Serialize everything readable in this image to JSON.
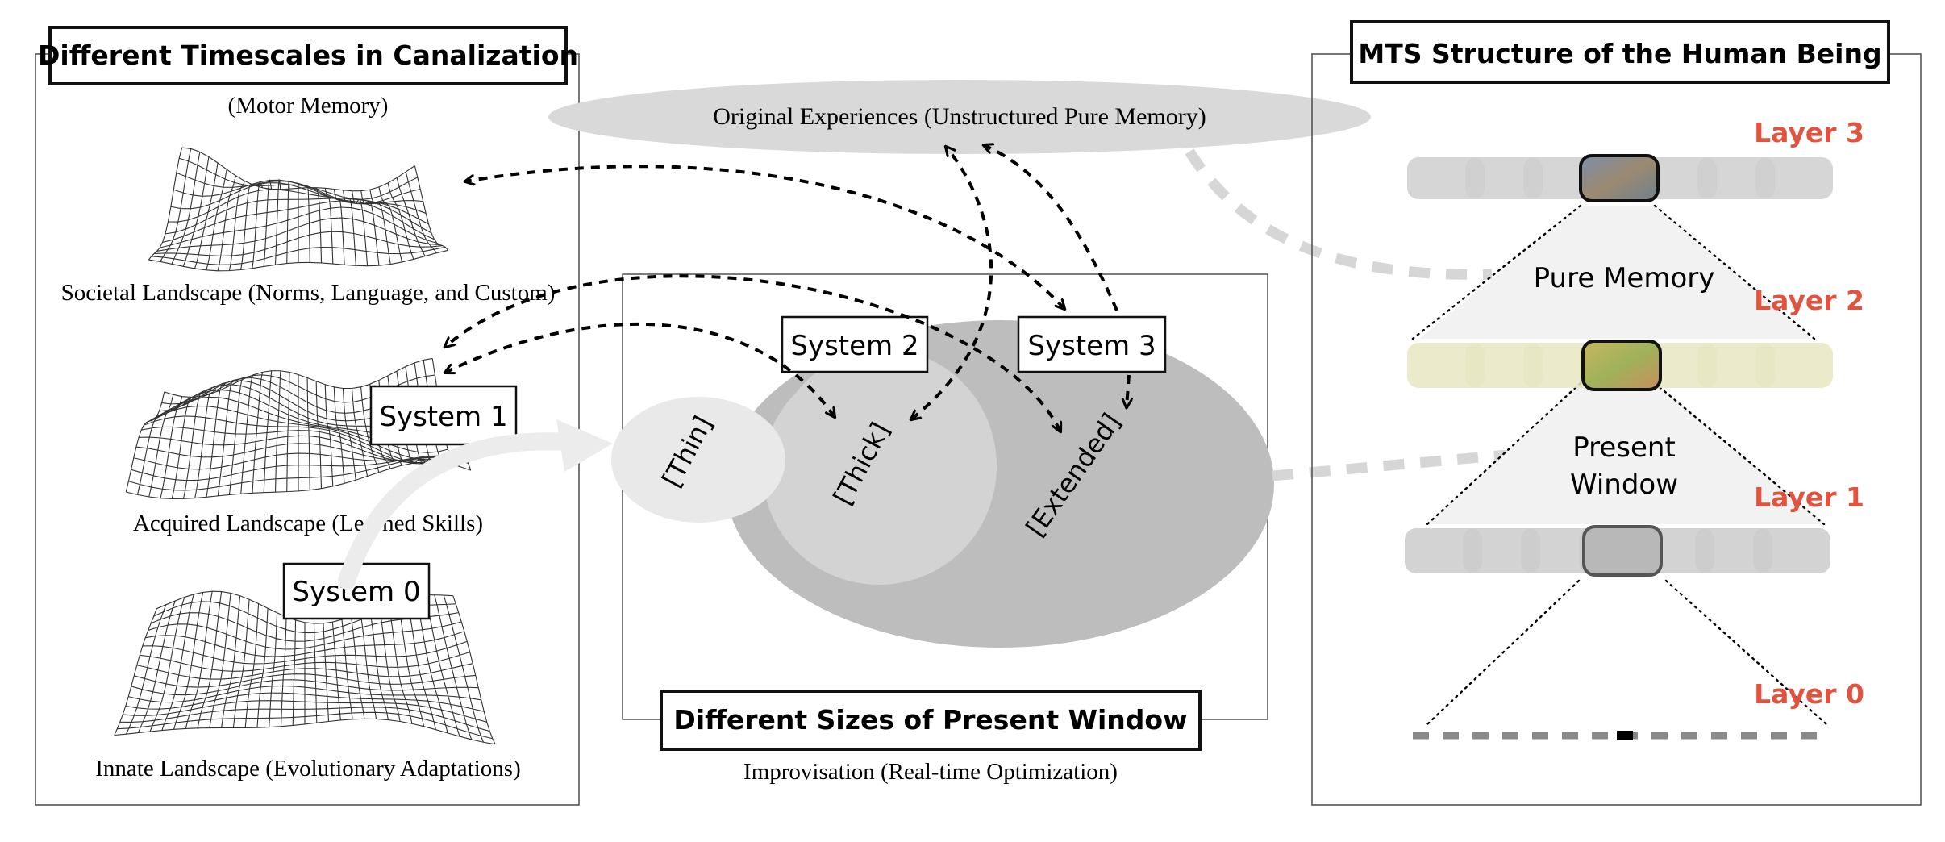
{
  "left_panel": {
    "title": "Different Timescales in Canalization",
    "motor_memory": "(Motor Memory)",
    "societal_landscape": "Societal Landscape (Norms, Language, and Custom)",
    "acquired_landscape": "Acquired Landscape (Learned Skills)",
    "innate_landscape": "Innate Landscape (Evolutionary Adaptations)",
    "system1": "System 1",
    "system0": "System 0"
  },
  "top_ellipse": {
    "label": "Original Experiences (Unstructured Pure Memory)"
  },
  "center_panel": {
    "title": "Different Sizes of Present Window",
    "caption": "Improvisation (Real-time Optimization)",
    "system2": "System 2",
    "system3": "System 3",
    "thin": "[Thin]",
    "thick": "[Thick]",
    "extended": "[Extended]"
  },
  "right_panel": {
    "title": "MTS Structure of the Human Being",
    "layer3": "Layer 3",
    "layer2": "Layer 2",
    "layer1": "Layer 1",
    "layer0": "Layer 0",
    "pure_memory": "Pure Memory",
    "present_window_line1": "Present",
    "present_window_line2": "Window"
  },
  "colors": {
    "layer_label": "#e0533e",
    "border": "#222222",
    "grey_light": "#e9e9e9",
    "grey_mid": "#d3d3d3",
    "grey_dark": "#bdbdbd"
  }
}
